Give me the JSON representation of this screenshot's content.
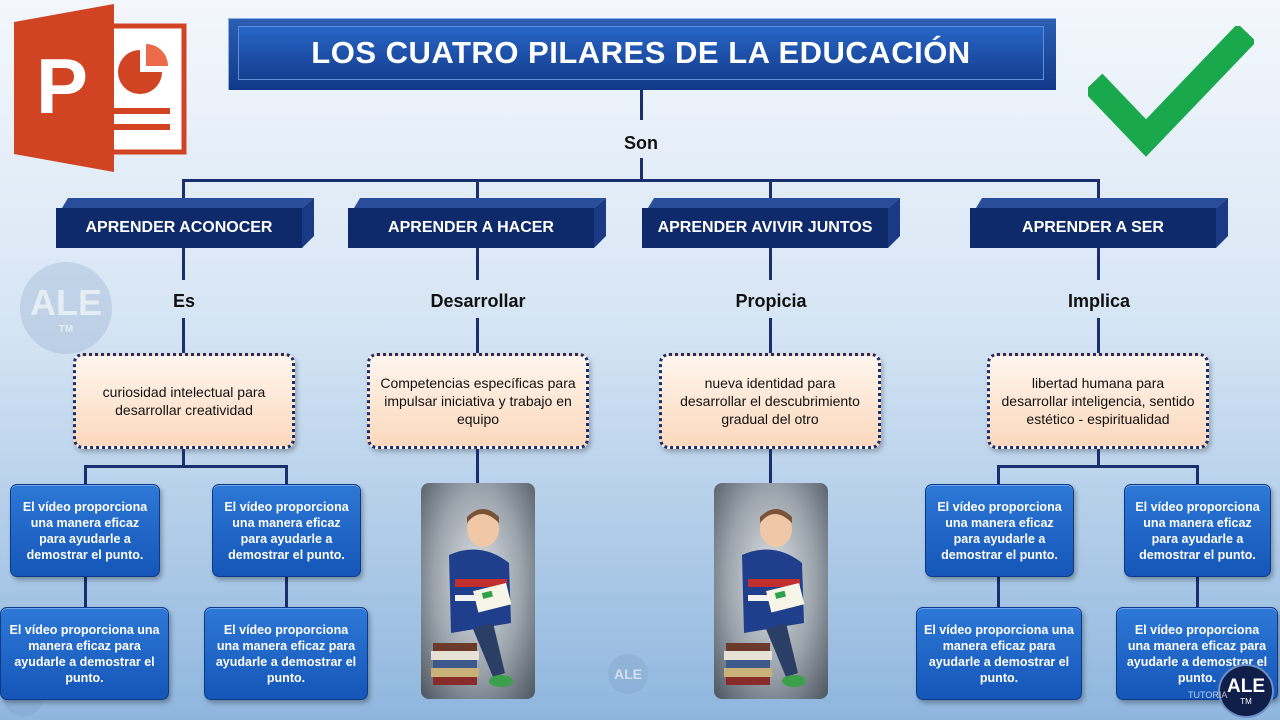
{
  "title": "LOS CUATRO PILARES DE LA EDUCACIÓN",
  "connector_main": "Son",
  "pillars": [
    {
      "label": "APRENDER ACONOCER",
      "verb": "Es",
      "detail": "curiosidad intelectual para desarrollar creatividad"
    },
    {
      "label": "APRENDER A HACER",
      "verb": "Desarrollar",
      "detail": "Competencias específicas  para impulsar iniciativa y trabajo en equipo"
    },
    {
      "label": "APRENDER AVIVIR JUNTOS",
      "verb": "Propicia",
      "detail": "nueva identidad para desarrollar el descubrimiento gradual del otro"
    },
    {
      "label": "APRENDER A SER",
      "verb": "Implica",
      "detail": "libertad humana para desarrollar inteligencia, sentido estético - espiritualidad"
    }
  ],
  "sub_boxes": {
    "upper": "El vídeo proporciona una manera eficaz para ayudarle a demostrar el punto.",
    "lower": "El vídeo proporciona una manera eficaz para ayudarle a demostrar el punto."
  },
  "logos": {
    "powerpoint_letter": "P",
    "watermark": "ALE",
    "watermark_tm": "TM",
    "brand_text": "ALE",
    "brand_tm": "TM",
    "brand_sub": "TUTORIA"
  },
  "colors": {
    "pillar": "#0f2a6b",
    "title": "#1d4fa8",
    "blue_box": "#1a63c4",
    "checkmark": "#1aa84c",
    "powerpoint": "#d04423"
  }
}
